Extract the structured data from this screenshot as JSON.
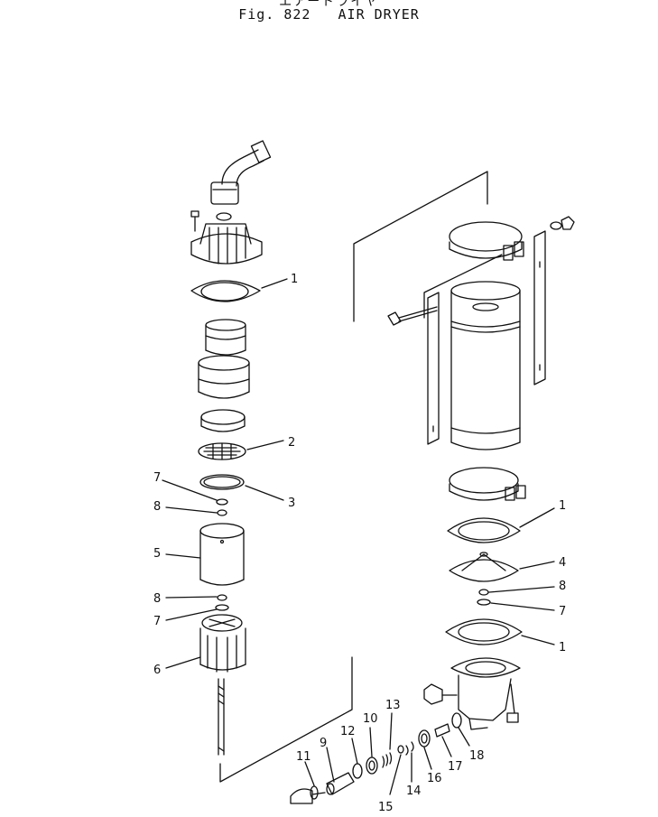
{
  "figure": {
    "title_japanese": "エアードライヤ",
    "title": "Fig. 822   AIR DRYER"
  },
  "callouts": [
    "1",
    "2",
    "3",
    "7",
    "8",
    "5",
    "8",
    "7",
    "6",
    "1",
    "4",
    "8",
    "7",
    "1",
    "11",
    "9",
    "12",
    "10",
    "13",
    "15",
    "14",
    "16",
    "17",
    "18"
  ]
}
